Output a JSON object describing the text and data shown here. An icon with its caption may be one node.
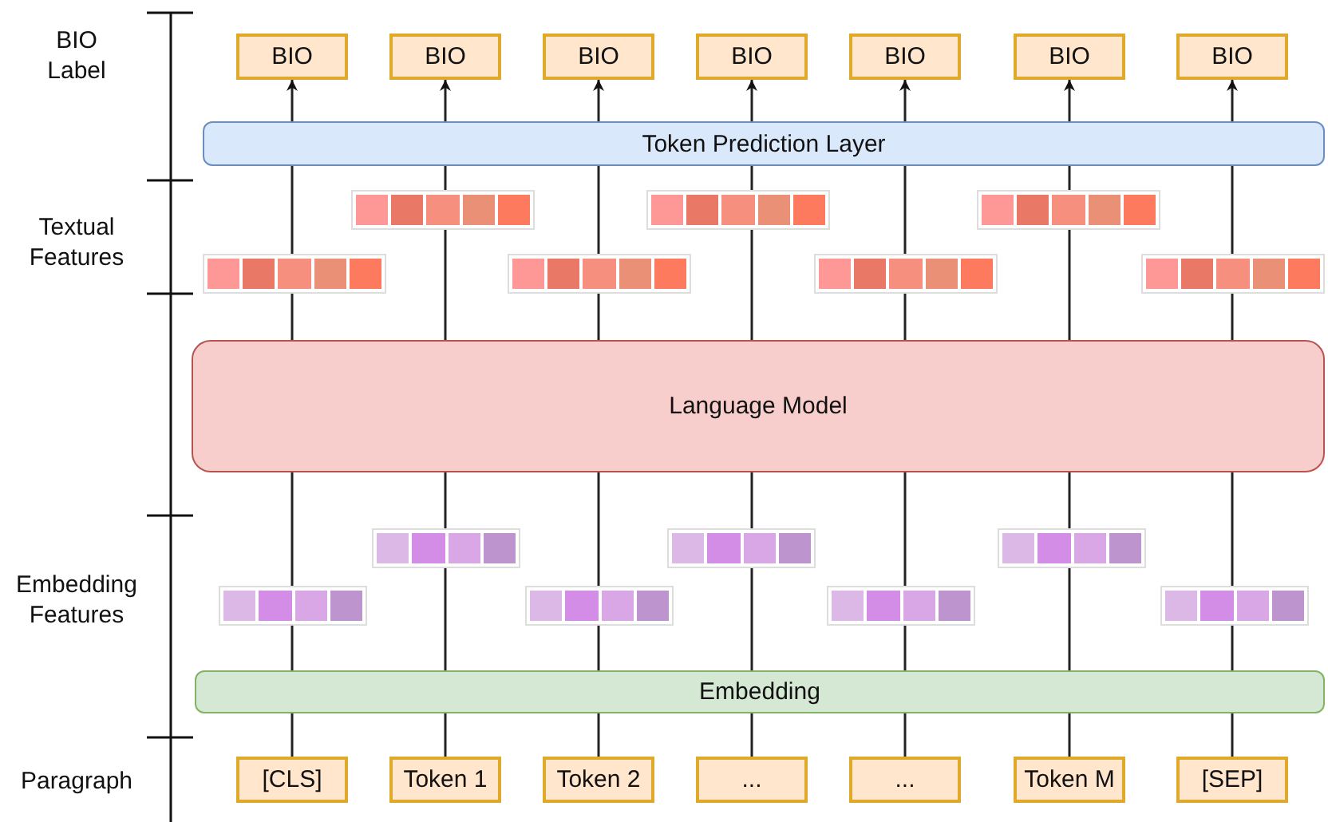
{
  "diagram": {
    "nodes": [
      {
        "text": [
          "BIO"
        ]
      },
      {
        "text": [
          "BIO"
        ]
      },
      {
        "text": [
          "BIO"
        ]
      },
      {
        "text": [
          "BIO"
        ]
      },
      {
        "text": [
          "BIO"
        ]
      },
      {
        "text": [
          "BIO"
        ]
      },
      {
        "text": [
          "BIO"
        ]
      },
      {
        "text": [
          "Token Prediction Layer"
        ]
      },
      {
        "text": [],
        "shape": "bar"
      },
      {
        "text": [],
        "shape": "bar"
      },
      {
        "text": [],
        "shape": "bar"
      },
      {
        "text": [],
        "shape": "bar"
      },
      {
        "text": [],
        "shape": "bar"
      },
      {
        "text": [],
        "shape": "bar"
      },
      {
        "text": [],
        "shape": "bar"
      },
      {
        "text": [
          "Language Model"
        ]
      },
      {
        "text": [],
        "shape": "bar"
      },
      {
        "text": [],
        "shape": "bar"
      },
      {
        "text": [],
        "shape": "bar"
      },
      {
        "text": [],
        "shape": "bar"
      },
      {
        "text": [],
        "shape": "bar"
      },
      {
        "text": [],
        "shape": "bar"
      },
      {
        "text": [],
        "shape": "bar"
      },
      {
        "text": [
          "Embedding"
        ]
      },
      {
        "text": [
          "[CLS]"
        ]
      },
      {
        "text": [
          "Token 1"
        ]
      },
      {
        "text": [
          "Token 2"
        ]
      },
      {
        "text": [
          "..."
        ]
      },
      {
        "text": [
          "..."
        ]
      },
      {
        "text": [
          "Token M"
        ]
      },
      {
        "text": [
          "[SEP]"
        ]
      }
    ],
    "edges": [
      {
        "from": 24,
        "to": 23,
        "arrow": "none"
      },
      {
        "from": 25,
        "to": 23,
        "arrow": "none"
      },
      {
        "from": 26,
        "to": 23,
        "arrow": "none"
      },
      {
        "from": 27,
        "to": 23,
        "arrow": "none"
      },
      {
        "from": 28,
        "to": 23,
        "arrow": "none"
      },
      {
        "from": 29,
        "to": 23,
        "arrow": "none"
      },
      {
        "from": 30,
        "to": 23,
        "arrow": "none"
      },
      {
        "from": 23,
        "to": 16,
        "arrow": "none"
      },
      {
        "from": 23,
        "to": 17,
        "arrow": "none"
      },
      {
        "from": 23,
        "to": 18,
        "arrow": "none"
      },
      {
        "from": 23,
        "to": 19,
        "arrow": "none"
      },
      {
        "from": 23,
        "to": 20,
        "arrow": "none"
      },
      {
        "from": 23,
        "to": 21,
        "arrow": "none"
      },
      {
        "from": 23,
        "to": 22,
        "arrow": "none"
      },
      {
        "from": 16,
        "to": 15,
        "arrow": "none"
      },
      {
        "from": 17,
        "to": 15,
        "arrow": "none"
      },
      {
        "from": 18,
        "to": 15,
        "arrow": "none"
      },
      {
        "from": 19,
        "to": 15,
        "arrow": "none"
      },
      {
        "from": 20,
        "to": 15,
        "arrow": "none"
      },
      {
        "from": 21,
        "to": 15,
        "arrow": "none"
      },
      {
        "from": 22,
        "to": 15,
        "arrow": "none"
      },
      {
        "from": 15,
        "to": 8,
        "arrow": "none"
      },
      {
        "from": 15,
        "to": 9,
        "arrow": "none"
      },
      {
        "from": 15,
        "to": 10,
        "arrow": "none"
      },
      {
        "from": 15,
        "to": 11,
        "arrow": "none"
      },
      {
        "from": 15,
        "to": 12,
        "arrow": "none"
      },
      {
        "from": 15,
        "to": 13,
        "arrow": "none"
      },
      {
        "from": 15,
        "to": 14,
        "arrow": "none"
      },
      {
        "from": 8,
        "to": 7,
        "arrow": "none"
      },
      {
        "from": 9,
        "to": 7,
        "arrow": "none"
      },
      {
        "from": 10,
        "to": 7,
        "arrow": "none"
      },
      {
        "from": 11,
        "to": 7,
        "arrow": "none"
      },
      {
        "from": 12,
        "to": 7,
        "arrow": "none"
      },
      {
        "from": 13,
        "to": 7,
        "arrow": "none"
      },
      {
        "from": 14,
        "to": 7,
        "arrow": "none"
      },
      {
        "from": 7,
        "to": 0,
        "arrow": "to"
      },
      {
        "from": 7,
        "to": 1,
        "arrow": "to"
      },
      {
        "from": 7,
        "to": 2,
        "arrow": "to"
      },
      {
        "from": 7,
        "to": 3,
        "arrow": "to"
      },
      {
        "from": 7,
        "to": 4,
        "arrow": "to"
      },
      {
        "from": 7,
        "to": 5,
        "arrow": "to"
      },
      {
        "from": 7,
        "to": 6,
        "arrow": "to"
      }
    ],
    "labels": [
      "BIO Label",
      "Textual Features",
      "Embedding Features",
      "Paragraph"
    ]
  }
}
